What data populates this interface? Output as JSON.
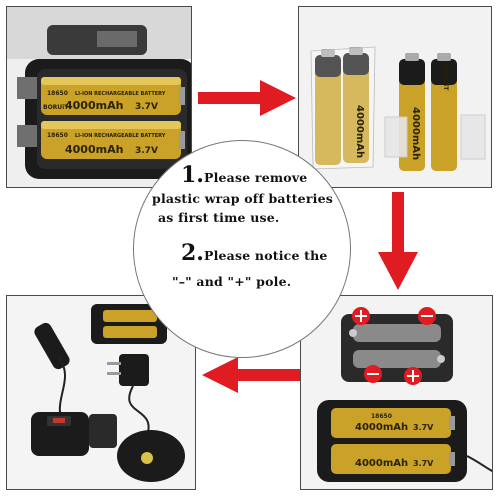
{
  "instructions": {
    "step1_number": "1.",
    "step1_line1": "Please remove",
    "step1_line2": "plastic wrap off batteries",
    "step1_line3": "as first time use.",
    "step2_number": "2.",
    "step2_line1": "Please notice the",
    "step2_line2": "\"–\" and \"+\" pole."
  },
  "battery": {
    "model": "18650",
    "capacity": "4000mAh",
    "voltage": "3.7V",
    "brand": "BORUiT",
    "type_text": "LI-ION RECHARGEABLE BATTERY"
  },
  "colors": {
    "arrow_red": "#e11b22",
    "battery_gold": "#c9a227",
    "case_black": "#1b1b1b"
  }
}
